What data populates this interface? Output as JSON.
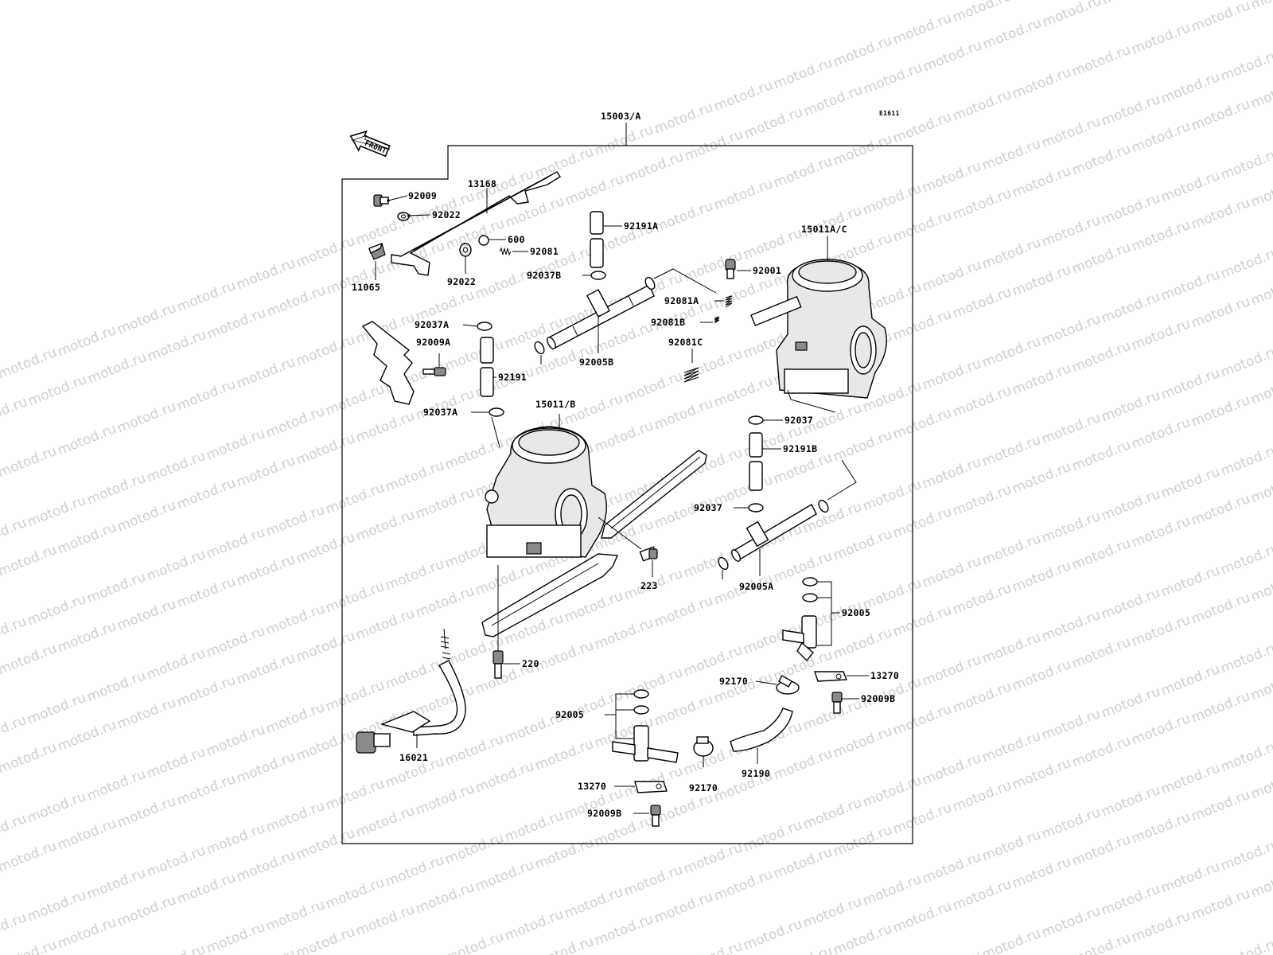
{
  "diagram": {
    "code": "E1611",
    "front_label": "FRONT",
    "watermark": "motod.ru",
    "labels": {
      "p15003A": "15003/A",
      "p13168": "13168",
      "p92009": "92009",
      "p92022a": "92022",
      "p600": "600",
      "p92081": "92081",
      "p11065": "11065",
      "p92022b": "92022",
      "p92191A": "92191A",
      "p92037B": "92037B",
      "p15011AC": "15011A/C",
      "p92001": "92001",
      "p92081A": "92081A",
      "p92081B": "92081B",
      "p92081C": "92081C",
      "p92037A_1": "92037A",
      "p92009A": "92009A",
      "p92005B": "92005B",
      "p92191": "92191",
      "p92037A_2": "92037A",
      "p15011B": "15011/B",
      "p92037_1": "92037",
      "p92191B": "92191B",
      "p92037_2": "92037",
      "p92005A": "92005A",
      "p223": "223",
      "p92005_1": "92005",
      "p220": "220",
      "p92170_1": "92170",
      "p13270_1": "13270",
      "p92009B_1": "92009B",
      "p92005_2": "92005",
      "p16021": "16021",
      "p92170_2": "92170",
      "p92190": "92190",
      "p13270_2": "13270",
      "p92009B_2": "92009B"
    }
  }
}
